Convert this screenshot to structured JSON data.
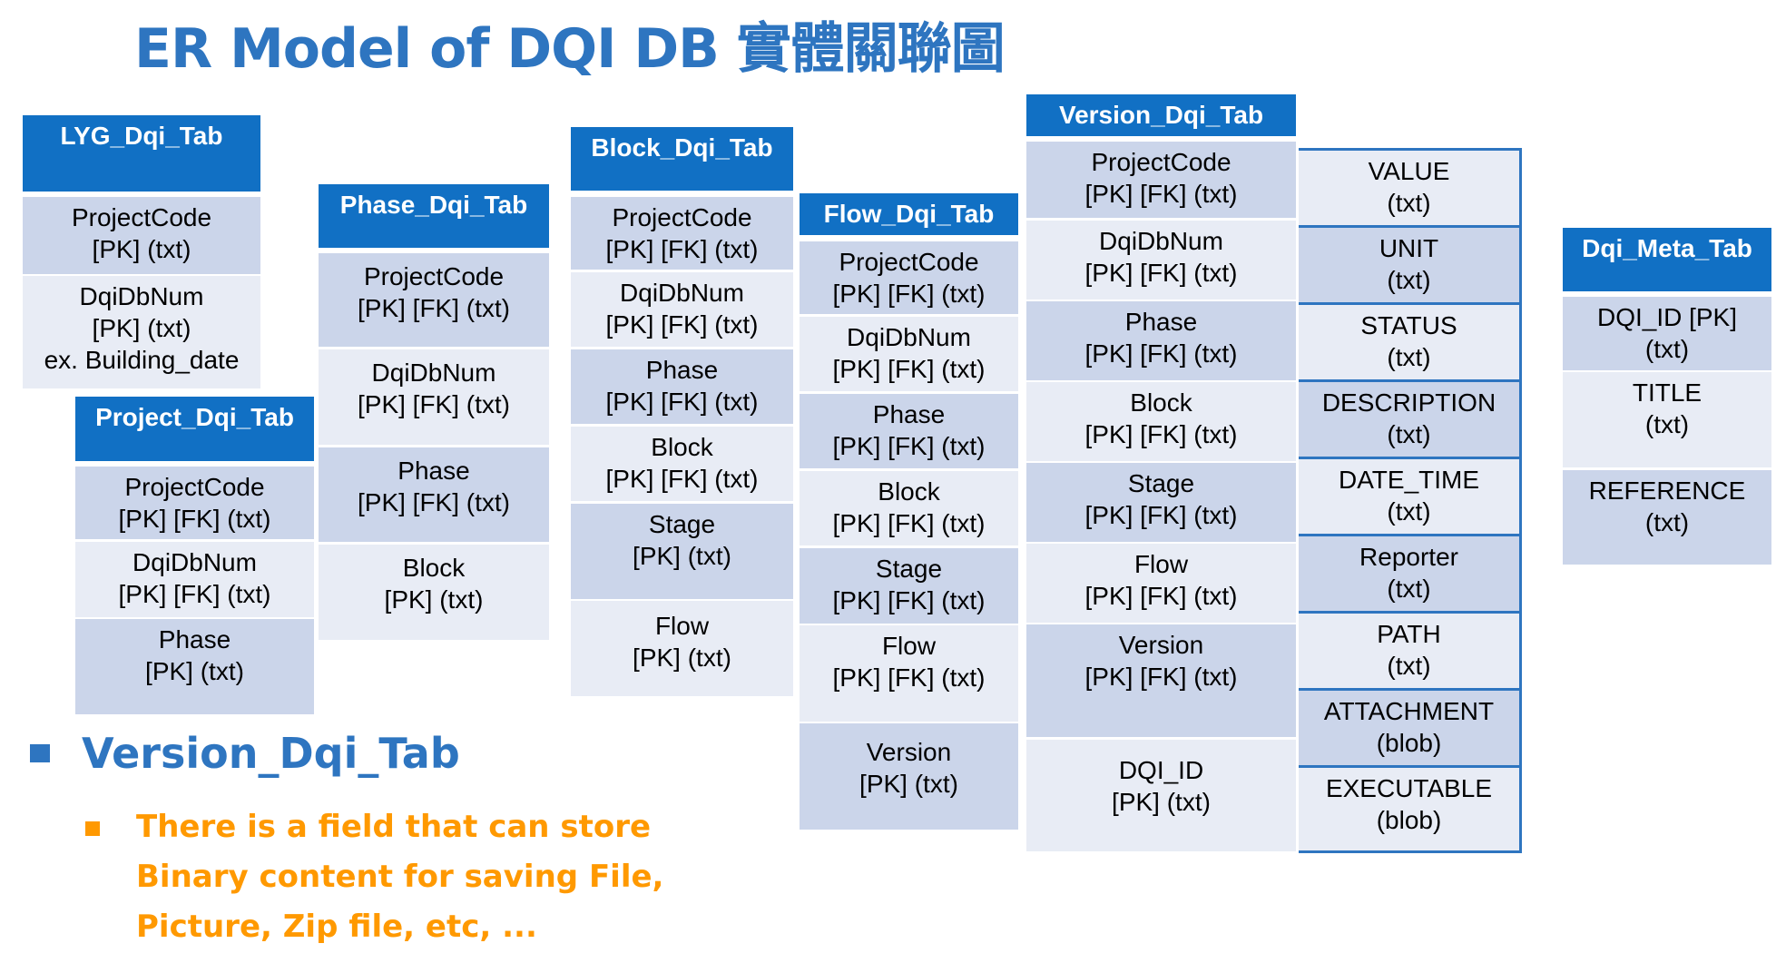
{
  "title": "ER Model of DQI DB 實體關聯圖",
  "colors": {
    "title_blue": "#2E75C0",
    "header_blue": "#1170C4",
    "row_dark": "#CBD5EA",
    "row_light": "#E8ECF5",
    "note_orange": "#FF9900"
  },
  "tables": {
    "lyg": {
      "name": "LYG_Dqi_Tab",
      "fields": [
        [
          "ProjectCode",
          "[PK] (txt)"
        ],
        [
          "DqiDbNum",
          "[PK] (txt)",
          "ex. Building_date"
        ]
      ]
    },
    "project": {
      "name": "Project_Dqi_Tab",
      "fields": [
        [
          "ProjectCode",
          "[PK] [FK] (txt)"
        ],
        [
          "DqiDbNum",
          "[PK] [FK] (txt)"
        ],
        [
          "Phase",
          "[PK] (txt)"
        ]
      ]
    },
    "phase": {
      "name": "Phase_Dqi_Tab",
      "fields": [
        [
          "ProjectCode",
          "[PK] [FK] (txt)"
        ],
        [
          "DqiDbNum",
          "[PK] [FK] (txt)"
        ],
        [
          "Phase",
          "[PK] [FK] (txt)"
        ],
        [
          "Block",
          "[PK] (txt)"
        ]
      ]
    },
    "block": {
      "name": "Block_Dqi_Tab",
      "fields": [
        [
          "ProjectCode",
          "[PK] [FK] (txt)"
        ],
        [
          "DqiDbNum",
          "[PK] [FK] (txt)"
        ],
        [
          "Phase",
          "[PK] [FK] (txt)"
        ],
        [
          "Block",
          "[PK] [FK] (txt)"
        ],
        [
          "Stage",
          "[PK] (txt)"
        ],
        [
          "Flow",
          "[PK] (txt)"
        ]
      ]
    },
    "flow": {
      "name": "Flow_Dqi_Tab",
      "fields": [
        [
          "ProjectCode",
          "[PK] [FK] (txt)"
        ],
        [
          "DqiDbNum",
          "[PK] [FK] (txt)"
        ],
        [
          "Phase",
          "[PK] [FK] (txt)"
        ],
        [
          "Block",
          "[PK] [FK] (txt)"
        ],
        [
          "Stage",
          "[PK] [FK] (txt)"
        ],
        [
          "Flow",
          "[PK] [FK] (txt)"
        ],
        [
          "Version",
          "[PK] (txt)"
        ]
      ]
    },
    "version": {
      "name": "Version_Dqi_Tab",
      "fields": [
        [
          "ProjectCode",
          "[PK] [FK] (txt)"
        ],
        [
          "DqiDbNum",
          "[PK] [FK] (txt)"
        ],
        [
          "Phase",
          "[PK] [FK] (txt)"
        ],
        [
          "Block",
          "[PK] [FK] (txt)"
        ],
        [
          "Stage",
          "[PK] [FK] (txt)"
        ],
        [
          "Flow",
          "[PK] [FK] (txt)"
        ],
        [
          "Version",
          "[PK] [FK] (txt)"
        ],
        [
          "DQI_ID",
          "[PK] (txt)"
        ]
      ],
      "extra_fields": [
        [
          "VALUE",
          "(txt)"
        ],
        [
          "UNIT",
          "(txt)"
        ],
        [
          "STATUS",
          "(txt)"
        ],
        [
          "DESCRIPTION",
          "(txt)"
        ],
        [
          "DATE_TIME",
          "(txt)"
        ],
        [
          "Reporter",
          "(txt)"
        ],
        [
          "PATH",
          "(txt)"
        ],
        [
          "ATTACHMENT",
          "(blob)"
        ],
        [
          "EXECUTABLE",
          "(blob)"
        ]
      ]
    },
    "meta": {
      "name": "Dqi_Meta_Tab",
      "fields": [
        [
          "DQI_ID [PK]",
          "(txt)"
        ],
        [
          "TITLE",
          "(txt)"
        ],
        [
          "REFERENCE",
          "(txt)"
        ]
      ]
    }
  },
  "notes": {
    "heading": "Version_Dqi_Tab",
    "lines": [
      "There is a field that can store",
      "Binary content for saving File,",
      "Picture, Zip file, etc, ..."
    ]
  }
}
